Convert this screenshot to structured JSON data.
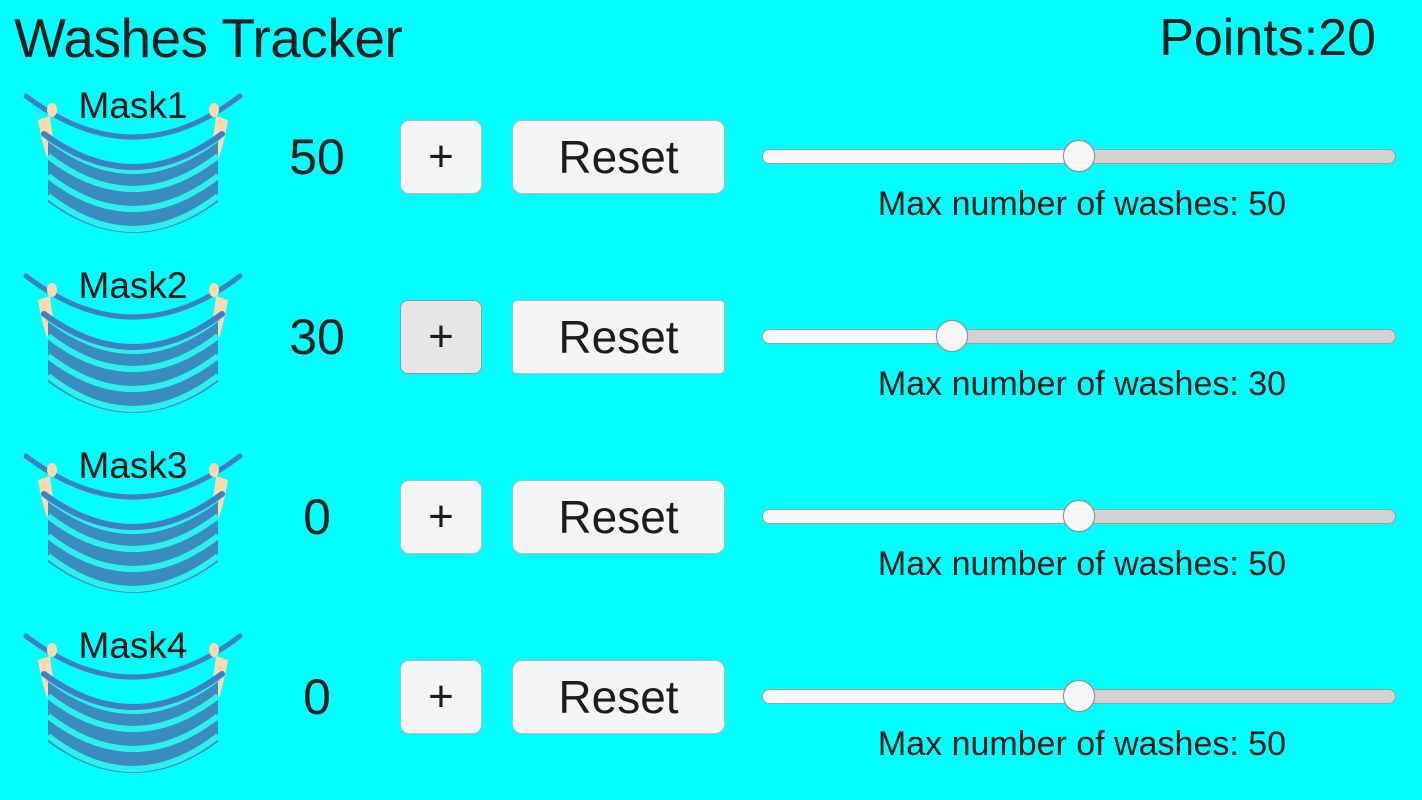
{
  "header": {
    "title": "Washes Tracker",
    "points_label": "Points:20"
  },
  "colors": {
    "background": "#00ffff",
    "mask_body": "#3a8cc0",
    "mask_pleat_line": "#2bf0f0",
    "mask_strap": "#3f7fc4",
    "mask_ear": "#ffd9b0",
    "button_face": "#f5f5f5",
    "button_face_pressed": "#e6e6e6",
    "button_border": "#b9b9b9",
    "slider_track": "#d2d2d2",
    "slider_fill": "#f6f7f8",
    "text": "#1c1c1c"
  },
  "buttons": {
    "plus_label": "+",
    "reset_label": "Reset"
  },
  "slider": {
    "caption_prefix": "Max number of washes: ",
    "min": 0,
    "max": 100
  },
  "rows": [
    {
      "mask_label": "Mask1",
      "count": "50",
      "plus_label": "+",
      "reset_label": "Reset",
      "max_washes": 50,
      "slider_percent": 50,
      "slider_caption": "Max number of washes: 50",
      "plus_pressed": false
    },
    {
      "mask_label": "Mask2",
      "count": "30",
      "plus_label": "+",
      "reset_label": "Reset",
      "max_washes": 30,
      "slider_percent": 30,
      "slider_caption": "Max number of washes: 30",
      "plus_pressed": true
    },
    {
      "mask_label": "Mask3",
      "count": "0",
      "plus_label": "+",
      "reset_label": "Reset",
      "max_washes": 50,
      "slider_percent": 50,
      "slider_caption": "Max number of washes: 50",
      "plus_pressed": false
    },
    {
      "mask_label": "Mask4",
      "count": "0",
      "plus_label": "+",
      "reset_label": "Reset",
      "max_washes": 50,
      "slider_percent": 50,
      "slider_caption": "Max number of washes: 50",
      "plus_pressed": false
    }
  ]
}
